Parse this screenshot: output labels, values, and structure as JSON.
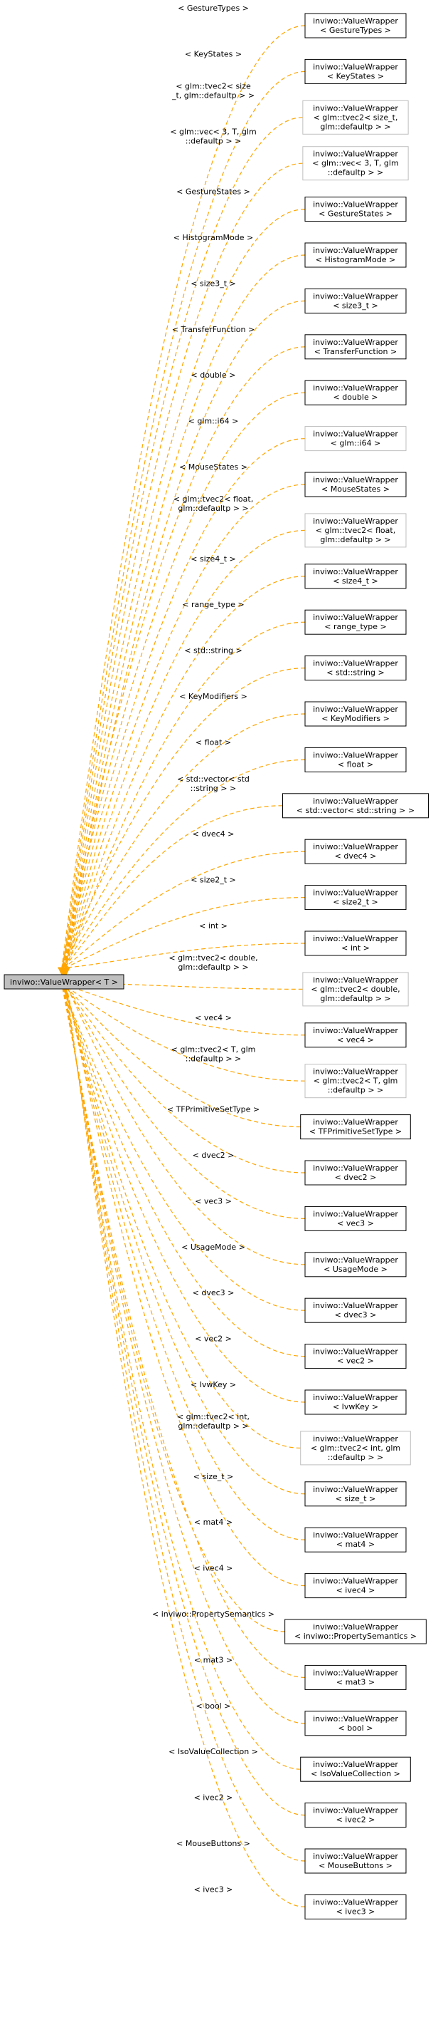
{
  "colors": {
    "edge": "#ffa500",
    "box_border_solid": "#000000",
    "box_border_faded": "#bfbfbf",
    "base_fill": "#bfbfbf",
    "text": "#000000"
  },
  "base": {
    "label": "inviwo::ValueWrapper< T >"
  },
  "children": [
    {
      "edge": [
        "< GestureTypes >"
      ],
      "box": [
        "inviwo::ValueWrapper",
        "< GestureTypes >"
      ],
      "style": "solid"
    },
    {
      "edge": [
        "< KeyStates >"
      ],
      "box": [
        "inviwo::ValueWrapper",
        "< KeyStates >"
      ],
      "style": "solid"
    },
    {
      "edge": [
        "< glm::tvec2< size",
        "_t, glm::defaultp > >"
      ],
      "box": [
        "inviwo::ValueWrapper",
        "< glm::tvec2< size_t,",
        "glm::defaultp > >"
      ],
      "style": "faded"
    },
    {
      "edge": [
        "< glm::vec< 3, T, glm",
        "::defaultp > >"
      ],
      "box": [
        "inviwo::ValueWrapper",
        "< glm::vec< 3, T, glm",
        "::defaultp > >"
      ],
      "style": "faded"
    },
    {
      "edge": [
        "< GestureStates >"
      ],
      "box": [
        "inviwo::ValueWrapper",
        "< GestureStates >"
      ],
      "style": "solid"
    },
    {
      "edge": [
        "< HistogramMode >"
      ],
      "box": [
        "inviwo::ValueWrapper",
        "< HistogramMode >"
      ],
      "style": "solid"
    },
    {
      "edge": [
        "< size3_t >"
      ],
      "box": [
        "inviwo::ValueWrapper",
        "< size3_t >"
      ],
      "style": "solid"
    },
    {
      "edge": [
        "< TransferFunction >"
      ],
      "box": [
        "inviwo::ValueWrapper",
        "< TransferFunction >"
      ],
      "style": "solid"
    },
    {
      "edge": [
        "< double >"
      ],
      "box": [
        "inviwo::ValueWrapper",
        "< double >"
      ],
      "style": "solid"
    },
    {
      "edge": [
        "< glm::i64 >"
      ],
      "box": [
        "inviwo::ValueWrapper",
        "< glm::i64 >"
      ],
      "style": "faded"
    },
    {
      "edge": [
        "< MouseStates >"
      ],
      "box": [
        "inviwo::ValueWrapper",
        "< MouseStates >"
      ],
      "style": "solid"
    },
    {
      "edge": [
        "< glm::tvec2< float,",
        "glm::defaultp > >"
      ],
      "box": [
        "inviwo::ValueWrapper",
        "< glm::tvec2< float,",
        "glm::defaultp > >"
      ],
      "style": "faded"
    },
    {
      "edge": [
        "< size4_t >"
      ],
      "box": [
        "inviwo::ValueWrapper",
        "< size4_t >"
      ],
      "style": "solid"
    },
    {
      "edge": [
        "< range_type >"
      ],
      "box": [
        "inviwo::ValueWrapper",
        "< range_type >"
      ],
      "style": "solid"
    },
    {
      "edge": [
        "< std::string >"
      ],
      "box": [
        "inviwo::ValueWrapper",
        "< std::string >"
      ],
      "style": "solid"
    },
    {
      "edge": [
        "< KeyModifiers >"
      ],
      "box": [
        "inviwo::ValueWrapper",
        "< KeyModifiers >"
      ],
      "style": "solid"
    },
    {
      "edge": [
        "< float >"
      ],
      "box": [
        "inviwo::ValueWrapper",
        "< float >"
      ],
      "style": "solid"
    },
    {
      "edge": [
        "< std::vector< std",
        "::string > >"
      ],
      "box": [
        "inviwo::ValueWrapper",
        "< std::vector< std::string > >"
      ],
      "style": "solid"
    },
    {
      "edge": [
        "< dvec4 >"
      ],
      "box": [
        "inviwo::ValueWrapper",
        "< dvec4 >"
      ],
      "style": "solid"
    },
    {
      "edge": [
        "< size2_t >"
      ],
      "box": [
        "inviwo::ValueWrapper",
        "< size2_t >"
      ],
      "style": "solid"
    },
    {
      "edge": [
        "< int >"
      ],
      "box": [
        "inviwo::ValueWrapper",
        "< int >"
      ],
      "style": "solid"
    },
    {
      "edge": [
        "< glm::tvec2< double,",
        "glm::defaultp > >"
      ],
      "box": [
        "inviwo::ValueWrapper",
        "< glm::tvec2< double,",
        "glm::defaultp > >"
      ],
      "style": "faded"
    },
    {
      "edge": [
        "< vec4 >"
      ],
      "box": [
        "inviwo::ValueWrapper",
        "< vec4 >"
      ],
      "style": "solid"
    },
    {
      "edge": [
        "< glm::tvec2< T, glm",
        "::defaultp > >"
      ],
      "box": [
        "inviwo::ValueWrapper",
        "< glm::tvec2< T, glm",
        "::defaultp > >"
      ],
      "style": "faded"
    },
    {
      "edge": [
        "< TFPrimitiveSetType >"
      ],
      "box": [
        "inviwo::ValueWrapper",
        "< TFPrimitiveSetType >"
      ],
      "style": "solid"
    },
    {
      "edge": [
        "< dvec2 >"
      ],
      "box": [
        "inviwo::ValueWrapper",
        "< dvec2 >"
      ],
      "style": "solid"
    },
    {
      "edge": [
        "< vec3 >"
      ],
      "box": [
        "inviwo::ValueWrapper",
        "< vec3 >"
      ],
      "style": "solid"
    },
    {
      "edge": [
        "< UsageMode >"
      ],
      "box": [
        "inviwo::ValueWrapper",
        "< UsageMode >"
      ],
      "style": "solid"
    },
    {
      "edge": [
        "< dvec3 >"
      ],
      "box": [
        "inviwo::ValueWrapper",
        "< dvec3 >"
      ],
      "style": "solid"
    },
    {
      "edge": [
        "< vec2 >"
      ],
      "box": [
        "inviwo::ValueWrapper",
        "< vec2 >"
      ],
      "style": "solid"
    },
    {
      "edge": [
        "< IvwKey >"
      ],
      "box": [
        "inviwo::ValueWrapper",
        "< IvwKey >"
      ],
      "style": "solid"
    },
    {
      "edge": [
        "< glm::tvec2< int,",
        "glm::defaultp > >"
      ],
      "box": [
        "inviwo::ValueWrapper",
        "< glm::tvec2< int, glm",
        "::defaultp > >"
      ],
      "style": "faded"
    },
    {
      "edge": [
        "< size_t >"
      ],
      "box": [
        "inviwo::ValueWrapper",
        "< size_t >"
      ],
      "style": "solid"
    },
    {
      "edge": [
        "< mat4 >"
      ],
      "box": [
        "inviwo::ValueWrapper",
        "< mat4 >"
      ],
      "style": "solid"
    },
    {
      "edge": [
        "< ivec4 >"
      ],
      "box": [
        "inviwo::ValueWrapper",
        "< ivec4 >"
      ],
      "style": "solid"
    },
    {
      "edge": [
        "< inviwo::PropertySemantics >"
      ],
      "box": [
        "inviwo::ValueWrapper",
        "< inviwo::PropertySemantics >"
      ],
      "style": "solid"
    },
    {
      "edge": [
        "< mat3 >"
      ],
      "box": [
        "inviwo::ValueWrapper",
        "< mat3 >"
      ],
      "style": "solid"
    },
    {
      "edge": [
        "< bool >"
      ],
      "box": [
        "inviwo::ValueWrapper",
        "< bool >"
      ],
      "style": "solid"
    },
    {
      "edge": [
        "< IsoValueCollection >"
      ],
      "box": [
        "inviwo::ValueWrapper",
        "< IsoValueCollection >"
      ],
      "style": "solid"
    },
    {
      "edge": [
        "< ivec2 >"
      ],
      "box": [
        "inviwo::ValueWrapper",
        "< ivec2 >"
      ],
      "style": "solid"
    },
    {
      "edge": [
        "< MouseButtons >"
      ],
      "box": [
        "inviwo::ValueWrapper",
        "< MouseButtons >"
      ],
      "style": "solid"
    },
    {
      "edge": [
        "< ivec3 >"
      ],
      "box": [
        "inviwo::ValueWrapper",
        "< ivec3 >"
      ],
      "style": "solid"
    }
  ]
}
